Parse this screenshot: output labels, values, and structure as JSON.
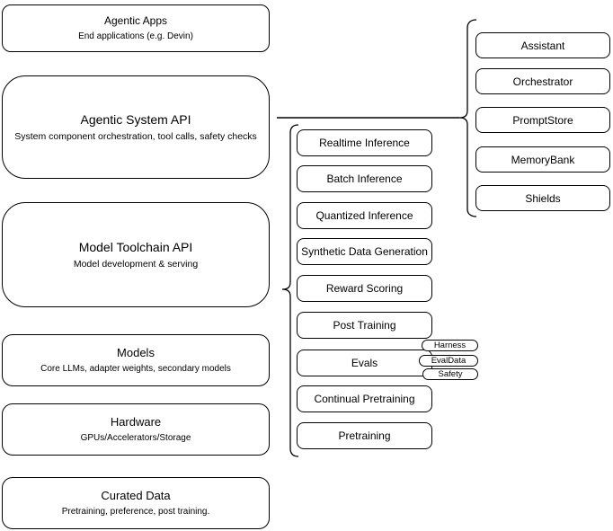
{
  "stack": [
    {
      "title": "Agentic Apps",
      "subtitle": "End applications (e.g. Devin)"
    },
    {
      "title": "Agentic System API",
      "subtitle": "System component orchestration, tool calls, safety checks"
    },
    {
      "title": "Model Toolchain API",
      "subtitle": "Model development & serving"
    },
    {
      "title": "Models",
      "subtitle": "Core LLMs, adapter weights, secondary models"
    },
    {
      "title": "Hardware",
      "subtitle": "GPUs/Accelerators/Storage"
    },
    {
      "title": "Curated Data",
      "subtitle": "Pretraining, preference, post training."
    }
  ],
  "toolchain_services": [
    "Realtime Inference",
    "Batch Inference",
    "Quantized Inference",
    "Synthetic Data Generation",
    "Reward Scoring",
    "Post Training",
    "Evals",
    "Continual Pretraining",
    "Pretraining"
  ],
  "eval_tags": [
    "Harness",
    "EvalData",
    "Safety"
  ],
  "system_components": [
    "Assistant",
    "Orchestrator",
    "PromptStore",
    "MemoryBank",
    "Shields"
  ],
  "colors": {
    "stroke": "#000000",
    "background": "#ffffff",
    "text": "#000000"
  }
}
